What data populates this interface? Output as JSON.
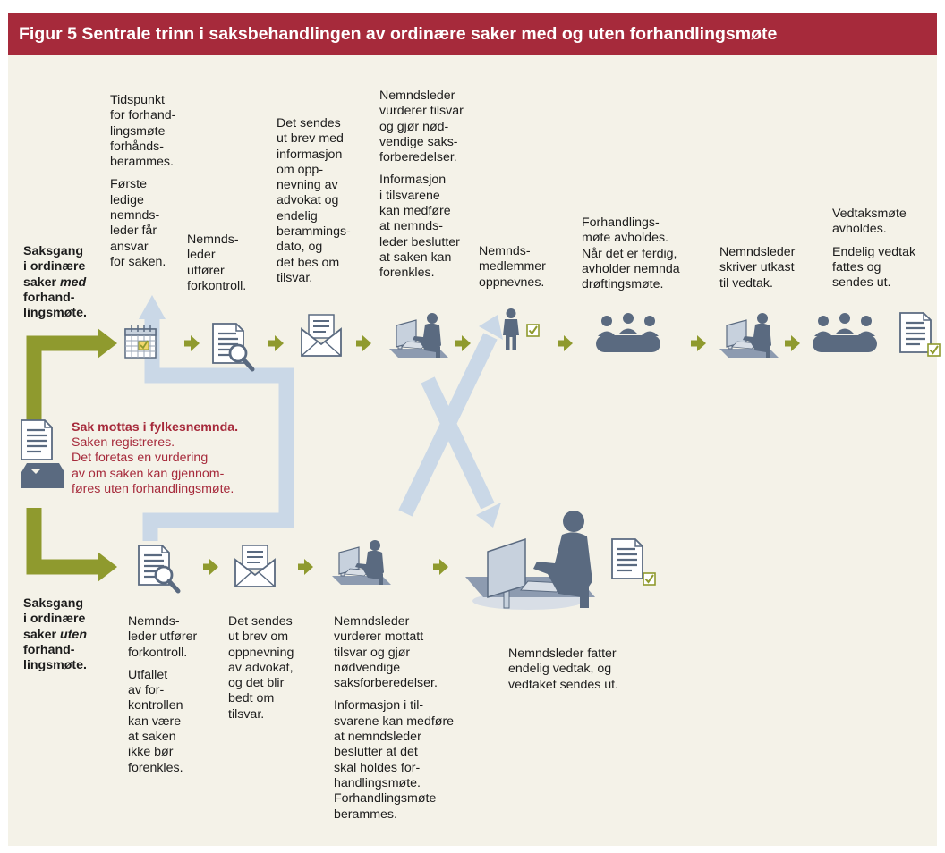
{
  "title": "Figur 5 Sentrale trinn i saksbehandlingen av ordinære saker med og uten forhandlingsmøte",
  "intake": {
    "heading": "Sak mottas i fylkesnemnda.",
    "body": "Saken registreres.\nDet foretas en vurdering\nav om saken kan gjennom-\nføres uten forhandlingsmøte."
  },
  "lanes": {
    "with_meeting": {
      "l1": "Saksgang\ni ordinære\nsaker ",
      "em": "med",
      "l2": "\nforhand-\nlingsmøte."
    },
    "without_meeting": {
      "l1": "Saksgang\ni ordinære\nsaker ",
      "em": "uten",
      "l2": "\nforhand-\nlingsmøte."
    }
  },
  "top_steps": {
    "s1": {
      "a": "Tidspunkt\nfor forhand-\nlingsmøte\nforhånds-\nberammes.",
      "b": "Første\nledige\nnemnds-\nleder får\nansvar\nfor saken."
    },
    "s2": {
      "a": "Nemnds-\nleder\nutfører\nforkontroll."
    },
    "s3": {
      "a": "Det sendes\nut brev med\ninformasjon\nom opp-\nnevning av\nadvokat og\nendelig\nberammings-\ndato, og\ndet bes om\ntilsvar."
    },
    "s4": {
      "a": "Nemndsleder\nvurderer tilsvar\nog gjør nød-\nvendige saks-\nforberedelser.",
      "b": "Informasjon\ni tilsvarene\nkan medføre\nat nemnds-\nleder beslutter\nat saken kan\nforenkles."
    },
    "s5": {
      "a": "Nemnds-\nmedlemmer\noppnevnes."
    },
    "s6": {
      "a": "Forhandlings-\nmøte avholdes.\nNår det er ferdig,\navholder nemnda\ndrøftingsmøte."
    },
    "s7": {
      "a": "Nemndsleder\nskriver utkast\ntil vedtak."
    },
    "s8": {
      "a": "Vedtaksmøte\navholdes.",
      "b": "Endelig vedtak\nfattes og\nsendes ut."
    }
  },
  "bottom_steps": {
    "s1": {
      "a": "Nemnds-\nleder utfører\nforkontroll.",
      "b": "Utfallet\nav for-\nkontrollen\nkan være\nat saken\nikke bør\nforenkles."
    },
    "s2": {
      "a": "Det sendes\nut brev om\noppnevning\nav advokat,\nog det blir\nbedt om\ntilsvar."
    },
    "s3": {
      "a": "Nemndsleder\nvurderer mottatt\ntilsvar og gjør\nnødvendige\nsaksforberedelser.",
      "b": "Informasjon i til-\nsvarene kan medføre\nat nemndsleder\nbeslutter at det\nskal holdes for-\nhandlingsmøte.\nForhandlingsmøte\nberammes."
    },
    "s4": {
      "a": "Nemndsleder fatter\nendelig vedtak, og\nvedtaket sendes ut."
    }
  },
  "colors": {
    "title_bar": "#a62a3b",
    "panel": "#f4f2e8",
    "flow_arrow": "#8f9a2e",
    "cross_arrow": "#cad8e7",
    "figure": "#5a6a80",
    "checkmark": "#8f9a2e"
  },
  "icons": [
    "calendar-icon",
    "document-magnifier-icon",
    "envelope-icon",
    "person-at-computer-icon",
    "standing-person-check-icon",
    "meeting-group-icon",
    "document-check-icon",
    "inbox-tray-icon"
  ]
}
